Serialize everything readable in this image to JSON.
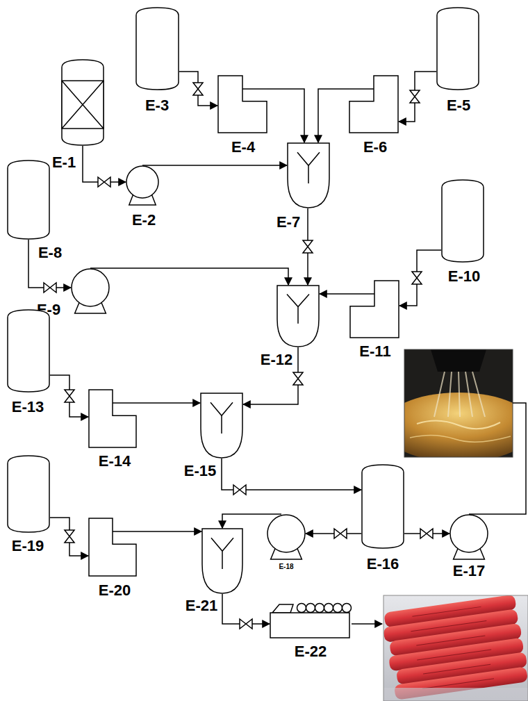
{
  "diagram": {
    "nodes": [
      {
        "text": [
          "E-1"
        ]
      },
      {
        "text": [
          "E-2"
        ]
      },
      {
        "text": [
          "E-3"
        ]
      },
      {
        "text": [
          "E-4"
        ]
      },
      {
        "text": [
          "E-5"
        ]
      },
      {
        "text": [
          "E-6"
        ]
      },
      {
        "text": [
          "E-7"
        ]
      },
      {
        "text": [
          "E-8"
        ]
      },
      {
        "text": [
          "E-9"
        ]
      },
      {
        "text": [
          "E-10"
        ]
      },
      {
        "text": [
          "E-11"
        ]
      },
      {
        "text": [
          "E-12"
        ]
      },
      {
        "text": [
          "E-13"
        ]
      },
      {
        "text": [
          "E-14"
        ]
      },
      {
        "text": [
          "E-15"
        ]
      },
      {
        "text": [
          "E-16"
        ]
      },
      {
        "text": [
          "E-17"
        ]
      },
      {
        "text": [
          "E-18"
        ]
      },
      {
        "text": [
          "E-19"
        ]
      },
      {
        "text": [
          "E-20"
        ]
      },
      {
        "text": [
          "E-21"
        ]
      },
      {
        "text": [
          "E-22"
        ]
      }
    ],
    "edges": [
      {
        "from": 0,
        "to": 1,
        "arrow": "to"
      },
      {
        "from": 1,
        "to": 6,
        "arrow": "to"
      },
      {
        "from": 2,
        "to": 3,
        "arrow": "to"
      },
      {
        "from": 3,
        "to": 6,
        "arrow": "to"
      },
      {
        "from": 4,
        "to": 5,
        "arrow": "to"
      },
      {
        "from": 5,
        "to": 6,
        "arrow": "to"
      },
      {
        "from": 6,
        "to": 11,
        "arrow": "to"
      },
      {
        "from": 7,
        "to": 8,
        "arrow": "to"
      },
      {
        "from": 8,
        "to": 11,
        "arrow": "to"
      },
      {
        "from": 9,
        "to": 10,
        "arrow": "to"
      },
      {
        "from": 10,
        "to": 11,
        "arrow": "to"
      },
      {
        "from": 11,
        "to": 14,
        "arrow": "to"
      },
      {
        "from": 12,
        "to": 13,
        "arrow": "to"
      },
      {
        "from": 13,
        "to": 14,
        "arrow": "to"
      },
      {
        "from": 14,
        "to": 15,
        "arrow": "to"
      },
      {
        "from": 15,
        "to": 16,
        "arrow": "to"
      },
      {
        "from": 15,
        "to": 17,
        "arrow": "to"
      },
      {
        "from": 17,
        "to": 20,
        "arrow": "to"
      },
      {
        "from": 18,
        "to": 19,
        "arrow": "to"
      },
      {
        "from": 19,
        "to": 20,
        "arrow": "to"
      },
      {
        "from": 20,
        "to": 21,
        "arrow": "to"
      }
    ]
  }
}
